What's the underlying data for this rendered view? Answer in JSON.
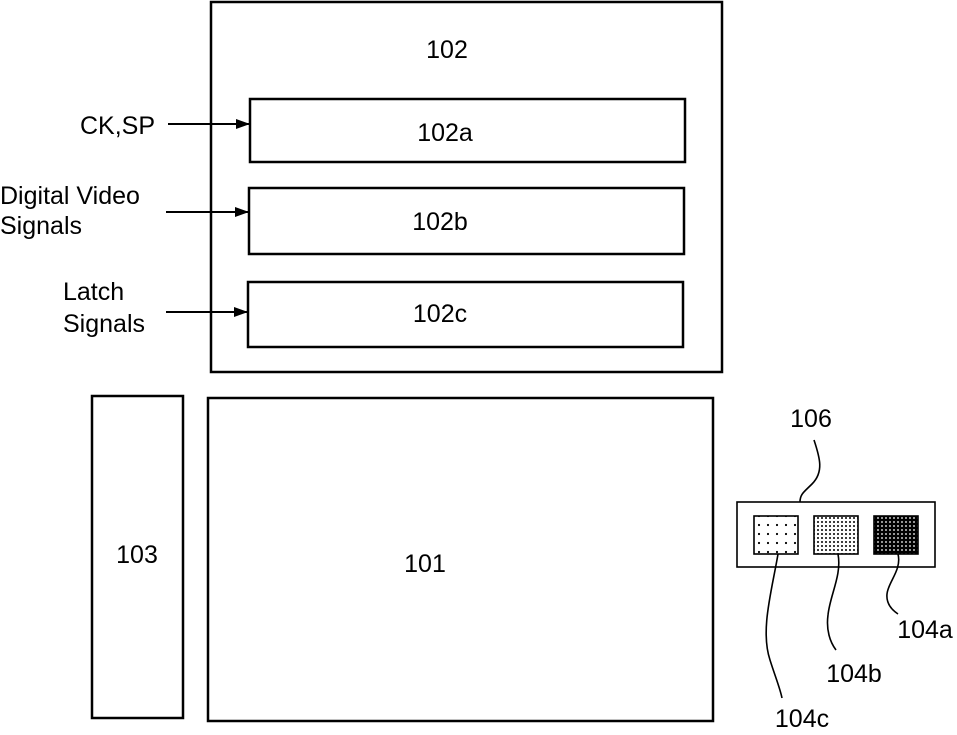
{
  "labels": {
    "block_102": "102",
    "block_102a": "102a",
    "block_102b": "102b",
    "block_102c": "102c",
    "block_101": "101",
    "block_103": "103",
    "block_106": "106",
    "pixel_104a": "104a",
    "pixel_104b": "104b",
    "pixel_104c": "104c"
  },
  "inputs": {
    "ck_sp": "CK,SP",
    "digital_video_line1": "Digital Video",
    "digital_video_line2": "Signals",
    "latch_line1": "Latch",
    "latch_line2": "Signals"
  }
}
